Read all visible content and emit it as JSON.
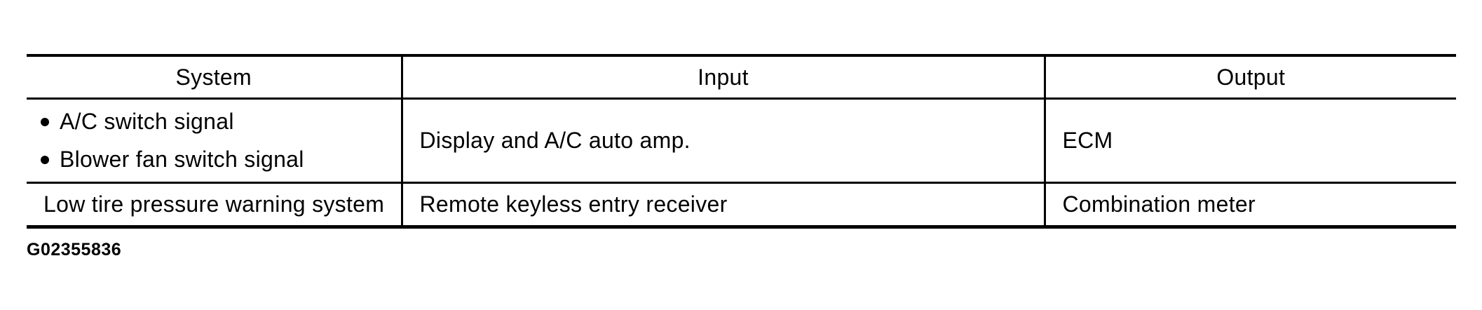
{
  "colors": {
    "background": "#ffffff",
    "text": "#000000",
    "border": "#000000"
  },
  "table": {
    "headers": [
      {
        "label": "System"
      },
      {
        "label": "Input"
      },
      {
        "label": "Output"
      }
    ],
    "rows": [
      {
        "system_items": [
          "A/C switch signal",
          "Blower fan switch signal"
        ],
        "input": "Display and A/C auto amp.",
        "output": "ECM"
      },
      {
        "system": "Low tire pressure warning system",
        "input": "Remote keyless entry receiver",
        "output": "Combination meter"
      }
    ]
  },
  "figure_id": "G02355836"
}
